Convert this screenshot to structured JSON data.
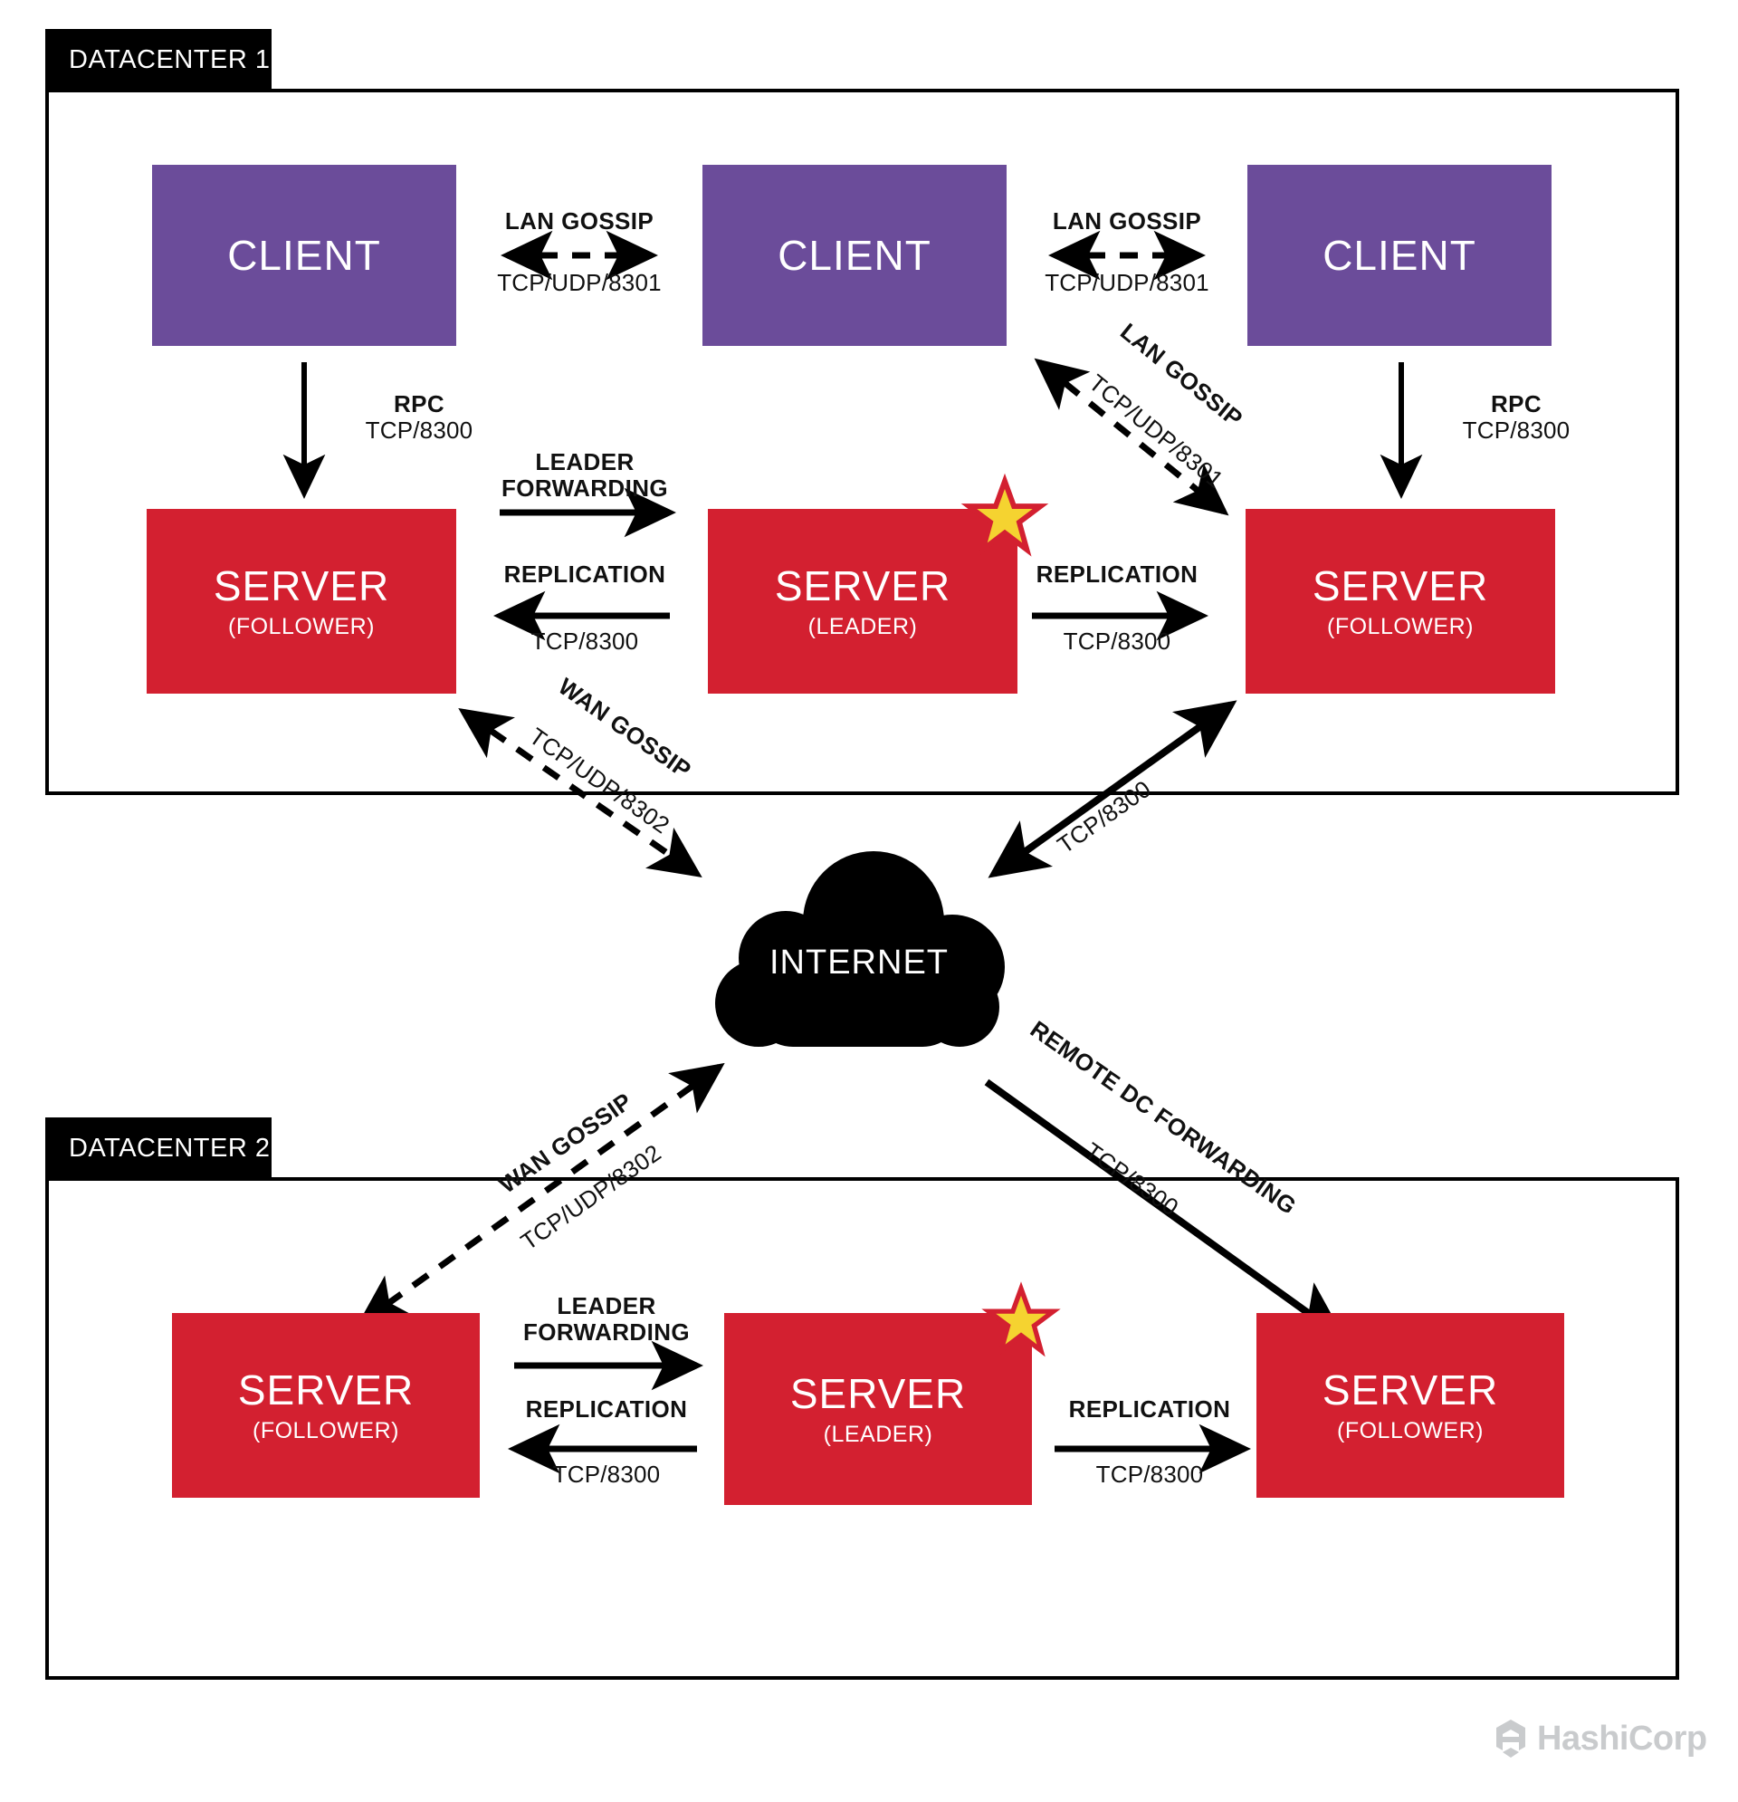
{
  "theme": {
    "client_color": "#6b4c9a",
    "server_color": "#d32030",
    "frame_color": "#000000",
    "tab_text_color": "#ffffff",
    "star_fill": "#f5d330",
    "star_stroke": "#d32030",
    "cloud_color": "#000000",
    "logo_color": "#c9cbcd",
    "background": "#ffffff"
  },
  "datacenters": [
    {
      "id": "dc1",
      "tab_label": "DATACENTER 1",
      "clients": [
        {
          "title": "CLIENT"
        },
        {
          "title": "CLIENT"
        },
        {
          "title": "CLIENT"
        }
      ],
      "servers": [
        {
          "title": "SERVER",
          "role": "(FOLLOWER)",
          "leader": false
        },
        {
          "title": "SERVER",
          "role": "(LEADER)",
          "leader": true
        },
        {
          "title": "SERVER",
          "role": "(FOLLOWER)",
          "leader": false
        }
      ]
    },
    {
      "id": "dc2",
      "tab_label": "DATACENTER 2",
      "clients": [],
      "servers": [
        {
          "title": "SERVER",
          "role": "(FOLLOWER)",
          "leader": false
        },
        {
          "title": "SERVER",
          "role": "(LEADER)",
          "leader": true
        },
        {
          "title": "SERVER",
          "role": "(FOLLOWER)",
          "leader": false
        }
      ]
    }
  ],
  "cloud": {
    "label": "INTERNET"
  },
  "edges": {
    "lan_gossip_1": {
      "name": "LAN GOSSIP",
      "port": "TCP/UDP/8301",
      "style": "dashed",
      "direction": "both"
    },
    "lan_gossip_2": {
      "name": "LAN GOSSIP",
      "port": "TCP/UDP/8301",
      "style": "dashed",
      "direction": "both"
    },
    "lan_gossip_diag": {
      "name": "LAN GOSSIP",
      "port": "TCP/UDP/8301",
      "style": "dashed",
      "direction": "both"
    },
    "rpc_left": {
      "name": "RPC",
      "port": "TCP/8300",
      "style": "solid",
      "direction": "down"
    },
    "rpc_right": {
      "name": "RPC",
      "port": "TCP/8300",
      "style": "solid",
      "direction": "down"
    },
    "leader_forwarding_dc1": {
      "name": "LEADER FORWARDING",
      "style": "solid",
      "direction": "right"
    },
    "replication_left_dc1": {
      "name": "REPLICATION",
      "port": "TCP/8300",
      "style": "solid",
      "direction": "left"
    },
    "replication_right_dc1": {
      "name": "REPLICATION",
      "port": "TCP/8300",
      "style": "solid",
      "direction": "right"
    },
    "wan_gossip_dc1": {
      "name": "WAN GOSSIP",
      "port": "TCP/UDP/8302",
      "style": "dashed",
      "direction": "both"
    },
    "wan_gossip_dc2": {
      "name": "WAN GOSSIP",
      "port": "TCP/UDP/8302",
      "style": "dashed",
      "direction": "both"
    },
    "internet_tcp_dc1": {
      "name": "",
      "port": "TCP/8300",
      "style": "solid",
      "direction": "both"
    },
    "remote_dc_forwarding": {
      "name": "REMOTE DC FORWARDING",
      "port": "TCP/8300",
      "style": "solid",
      "direction": "down-right"
    },
    "leader_forwarding_dc2": {
      "name": "LEADER FORWARDING",
      "style": "solid",
      "direction": "right"
    },
    "replication_left_dc2": {
      "name": "REPLICATION",
      "port": "TCP/8300",
      "style": "solid",
      "direction": "left"
    },
    "replication_right_dc2": {
      "name": "REPLICATION",
      "port": "TCP/8300",
      "style": "solid",
      "direction": "right"
    }
  },
  "branding": {
    "name": "HashiCorp"
  }
}
